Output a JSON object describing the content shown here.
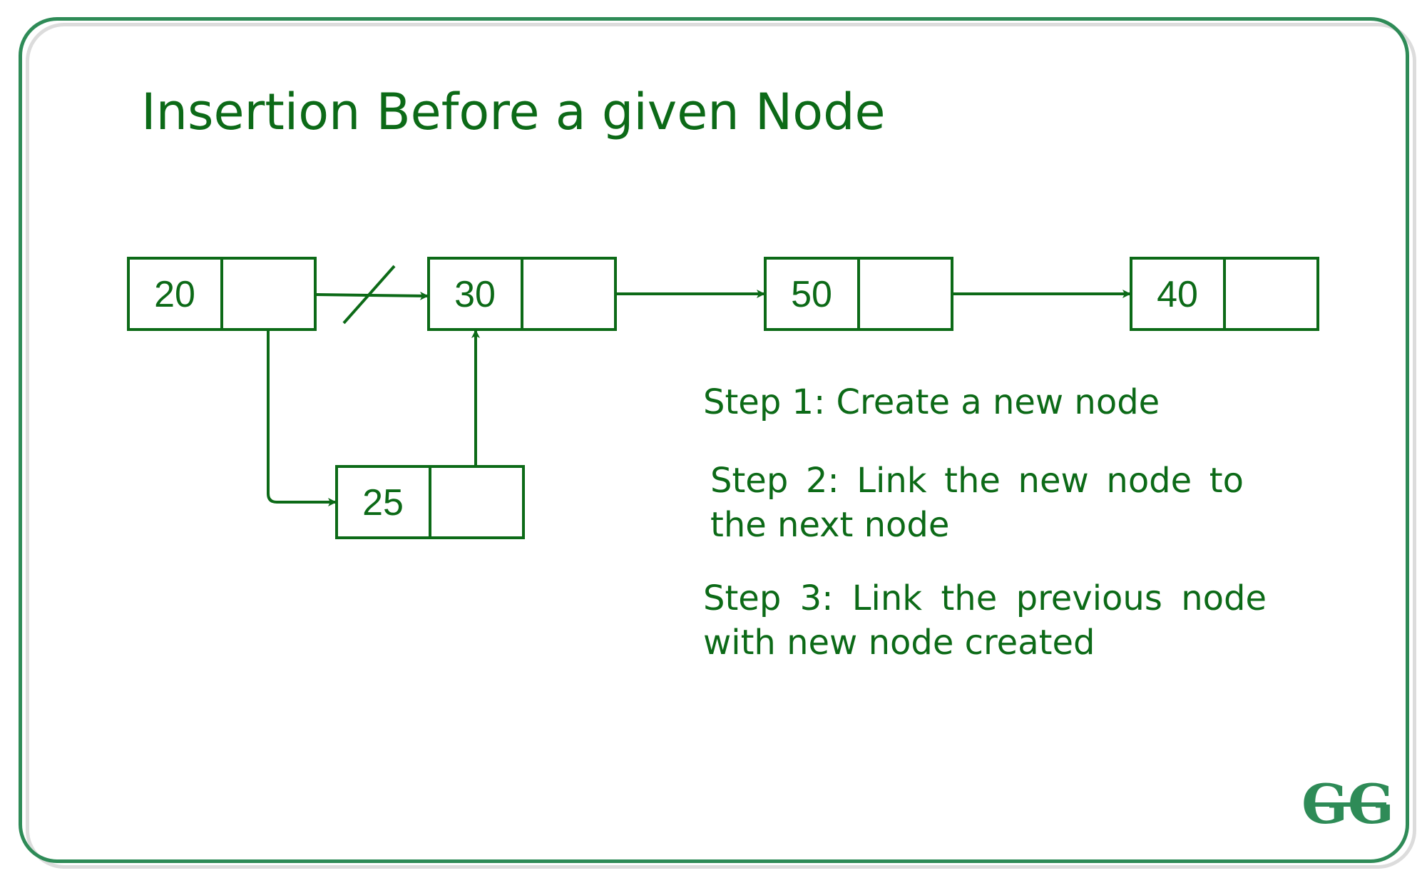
{
  "title": "Insertion Before a given Node",
  "nodes": [
    {
      "id": "n20",
      "value": "20"
    },
    {
      "id": "n30",
      "value": "30"
    },
    {
      "id": "n50",
      "value": "50"
    },
    {
      "id": "n40",
      "value": "40"
    },
    {
      "id": "n25",
      "value": "25"
    }
  ],
  "steps": {
    "step1": "Step 1: Create a new node",
    "step2": "Step 2: Link the new node to the next node",
    "step3": "Step 3: Link the previous node with new node created"
  },
  "colors": {
    "primary": "#0c6a17",
    "border": "#2e8b57",
    "shadow": "#dcdcdc"
  },
  "logo": {
    "icon": "gfg-logo-icon",
    "text": "GG"
  }
}
